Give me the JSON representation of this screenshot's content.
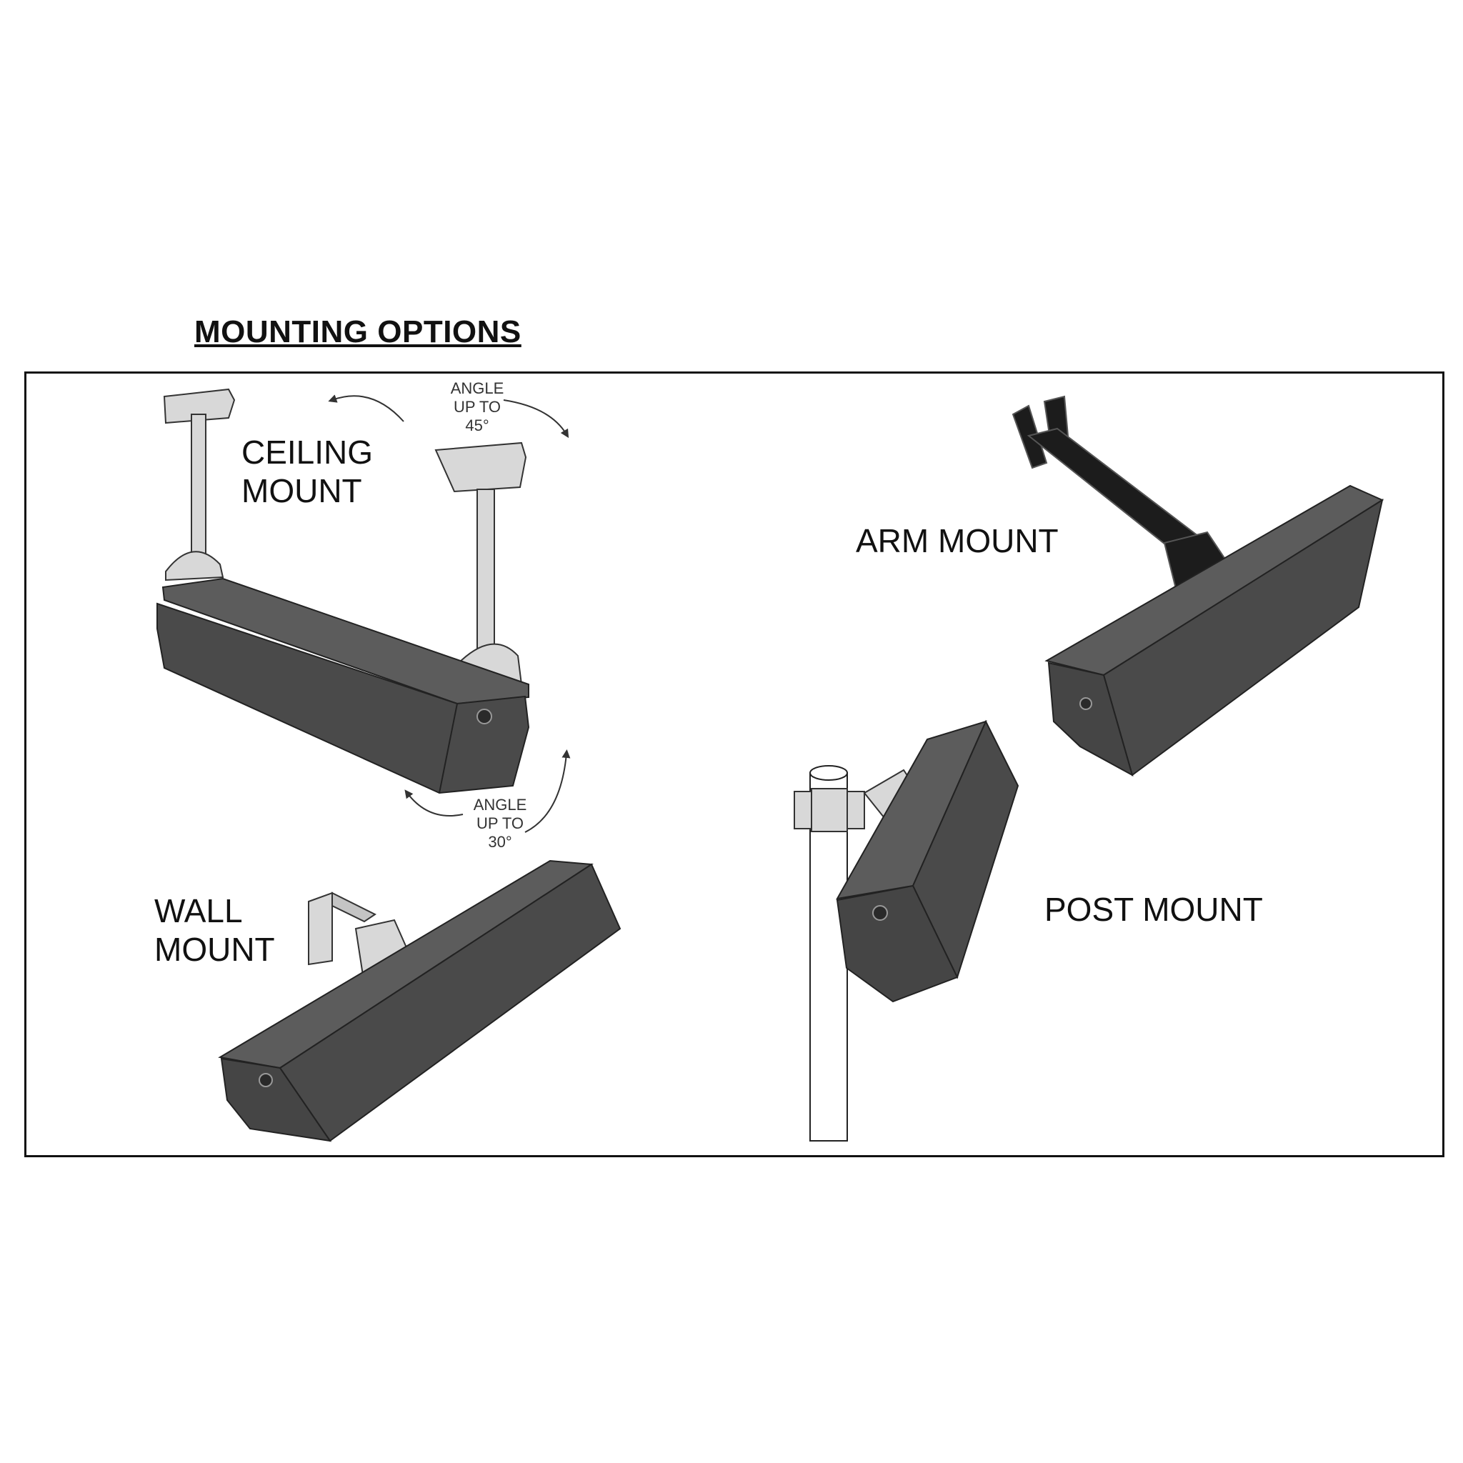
{
  "title": "MOUNTING OPTIONS",
  "mounts": {
    "ceiling": "CEILING\nMOUNT",
    "wall": "WALL\nMOUNT",
    "arm": "ARM MOUNT",
    "post": "POST MOUNT"
  },
  "angles": {
    "top": [
      "ANGLE",
      "UP TO",
      "45°"
    ],
    "bottom": [
      "ANGLE",
      "UP TO",
      "30°"
    ]
  },
  "colors": {
    "heater_body": "#4a4a4a",
    "heater_top": "#5c5c5c",
    "bracket": "#d8d8d8",
    "arm_bracket": "#1c1c1c"
  }
}
